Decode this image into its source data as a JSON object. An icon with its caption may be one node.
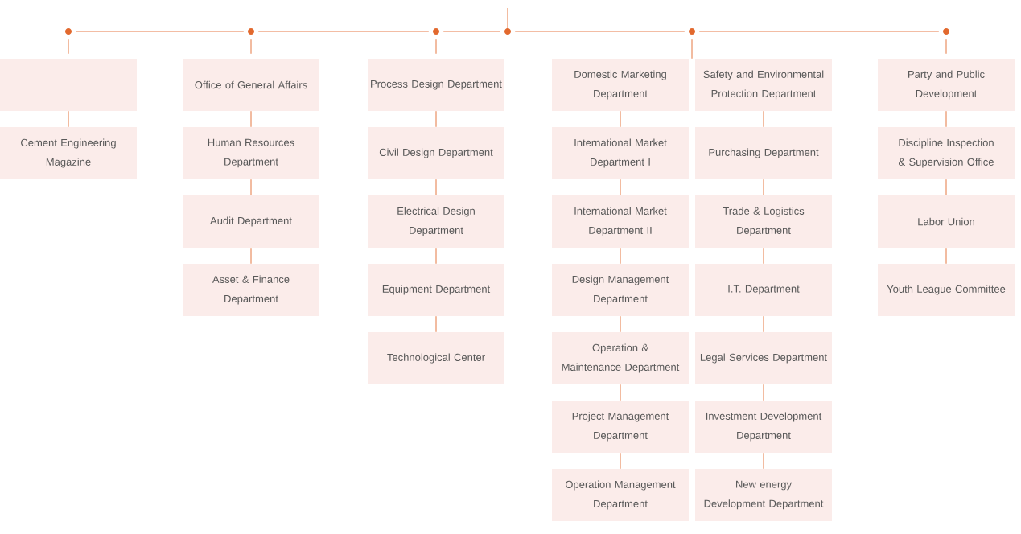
{
  "diagram": {
    "nodes": [
      {
        "text": [],
        "shape": "circle"
      },
      {
        "text": [],
        "shape": "circle"
      },
      {
        "text": [],
        "shape": "circle"
      },
      {
        "text": [],
        "shape": "circle"
      },
      {
        "text": [],
        "shape": "circle"
      },
      {
        "text": [],
        "shape": "circle"
      },
      {
        "text": [],
        "shape": "box"
      },
      {
        "text": [
          "Cement Engineering Magazine"
        ]
      },
      {
        "text": [
          "Office of General Affairs"
        ]
      },
      {
        "text": [
          "Human Resources Department"
        ]
      },
      {
        "text": [
          "Audit Department"
        ]
      },
      {
        "text": [
          "Asset & Finance Department"
        ]
      },
      {
        "text": [
          "Process Design Department"
        ]
      },
      {
        "text": [
          "Civil Design Department"
        ]
      },
      {
        "text": [
          "Electrical Design Department"
        ]
      },
      {
        "text": [
          "Equipment Department"
        ]
      },
      {
        "text": [
          "Technological Center"
        ]
      },
      {
        "text": [
          "Domestic Marketing Department"
        ]
      },
      {
        "text": [
          "International Market Department I"
        ]
      },
      {
        "text": [
          "International Market Department II"
        ]
      },
      {
        "text": [
          "Design Management Department"
        ]
      },
      {
        "text": [
          "Operation & Maintenance Department"
        ]
      },
      {
        "text": [
          "Project Management Department"
        ]
      },
      {
        "text": [
          "Operation Management Department"
        ]
      },
      {
        "text": [
          "Safety and Environmental Protection Department"
        ]
      },
      {
        "text": [
          "Purchasing Department"
        ]
      },
      {
        "text": [
          "Trade & Logistics Department"
        ]
      },
      {
        "text": [
          "I.T. Department"
        ]
      },
      {
        "text": [
          "Legal Services Department"
        ]
      },
      {
        "text": [
          "Investment Development Department"
        ]
      },
      {
        "text": [
          "New energy Development Department"
        ]
      },
      {
        "text": [
          "Party and Public Development"
        ]
      },
      {
        "text": [
          "Discipline Inspection & Supervision Office"
        ]
      },
      {
        "text": [
          "Labor Union"
        ]
      },
      {
        "text": [
          "Youth League Committee"
        ]
      }
    ],
    "edges": [
      {
        "from": null,
        "to": 3,
        "arrow": "none"
      },
      {
        "from": 3,
        "to": 2,
        "arrow": "none"
      },
      {
        "from": 2,
        "to": 1,
        "arrow": "none"
      },
      {
        "from": 1,
        "to": 0,
        "arrow": "none"
      },
      {
        "from": 3,
        "to": 4,
        "arrow": "none"
      },
      {
        "from": 4,
        "to": 5,
        "arrow": "none"
      },
      {
        "from": 0,
        "to": 6,
        "arrow": "none"
      },
      {
        "from": 1,
        "to": 8,
        "arrow": "none"
      },
      {
        "from": 2,
        "to": 12,
        "arrow": "none"
      },
      {
        "from": 4,
        "to": 17,
        "arrow": "none"
      },
      {
        "from": 4,
        "to": 24,
        "arrow": "none"
      },
      {
        "from": 5,
        "to": 31,
        "arrow": "none"
      },
      {
        "from": 6,
        "to": 7,
        "arrow": "none"
      },
      {
        "from": 8,
        "to": 9,
        "arrow": "none"
      },
      {
        "from": 9,
        "to": 10,
        "arrow": "none"
      },
      {
        "from": 10,
        "to": 11,
        "arrow": "none"
      },
      {
        "from": 12,
        "to": 13,
        "arrow": "none"
      },
      {
        "from": 13,
        "to": 14,
        "arrow": "none"
      },
      {
        "from": 14,
        "to": 15,
        "arrow": "none"
      },
      {
        "from": 15,
        "to": 16,
        "arrow": "none"
      },
      {
        "from": 17,
        "to": 18,
        "arrow": "none"
      },
      {
        "from": 18,
        "to": 19,
        "arrow": "none"
      },
      {
        "from": 19,
        "to": 20,
        "arrow": "none"
      },
      {
        "from": 20,
        "to": 21,
        "arrow": "none"
      },
      {
        "from": 21,
        "to": 22,
        "arrow": "none"
      },
      {
        "from": 22,
        "to": 23,
        "arrow": "none"
      },
      {
        "from": 24,
        "to": 25,
        "arrow": "none"
      },
      {
        "from": 25,
        "to": 26,
        "arrow": "none"
      },
      {
        "from": 26,
        "to": 27,
        "arrow": "none"
      },
      {
        "from": 27,
        "to": 28,
        "arrow": "none"
      },
      {
        "from": 28,
        "to": 29,
        "arrow": "none"
      },
      {
        "from": 29,
        "to": 30,
        "arrow": "none"
      },
      {
        "from": 31,
        "to": 32,
        "arrow": "none"
      },
      {
        "from": 32,
        "to": 33,
        "arrow": "none"
      },
      {
        "from": 33,
        "to": 34,
        "arrow": "none"
      }
    ]
  }
}
